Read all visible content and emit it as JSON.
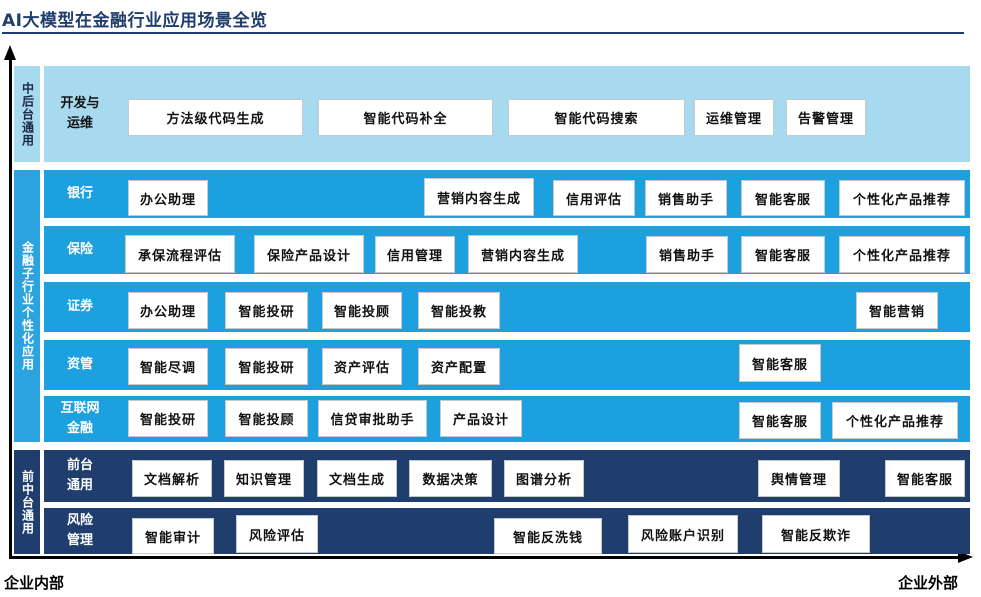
{
  "title": "AI大模型在金融行业应用场景全览",
  "axis": {
    "y_bottom_label": "企业内部",
    "x_right_label": "企业外部"
  },
  "categories": {
    "middle_back": "中后台通用",
    "finance": "金融子行业个性化应用",
    "front_middle": "前中台通用"
  },
  "rows": {
    "dev": {
      "label": "开发与\n运维",
      "items": [
        "方法级代码生成",
        "智能代码补全",
        "智能代码搜索",
        "运维管理",
        "告警管理"
      ]
    },
    "bank": {
      "label": "银行",
      "items": [
        "办公助理",
        "营销内容生成",
        "信用评估",
        "销售助手",
        "智能客服",
        "个性化产品推荐"
      ]
    },
    "insurance": {
      "label": "保险",
      "items": [
        "承保流程评估",
        "保险产品设计",
        "信用管理",
        "营销内容生成",
        "销售助手",
        "智能客服",
        "个性化产品推荐"
      ]
    },
    "securities": {
      "label": "证券",
      "items": [
        "办公助理",
        "智能投研",
        "智能投顾",
        "智能投教",
        "智能营销"
      ]
    },
    "asset": {
      "label": "资管",
      "items": [
        "智能尽调",
        "智能投研",
        "资产评估",
        "资产配置",
        "智能客服"
      ]
    },
    "internet": {
      "label": "互联网\n金融",
      "items": [
        "智能投研",
        "智能投顾",
        "信贷审批助手",
        "产品设计",
        "智能客服",
        "个性化产品推荐"
      ]
    },
    "front": {
      "label": "前台\n通用",
      "items": [
        "文档解析",
        "知识管理",
        "文档生成",
        "数据决策",
        "图谱分析",
        "舆情管理",
        "智能客服"
      ]
    },
    "risk": {
      "label": "风险\n管理",
      "items": [
        "智能审计",
        "风险评估",
        "智能反洗钱",
        "风险账户识别",
        "智能反欺诈"
      ]
    }
  }
}
